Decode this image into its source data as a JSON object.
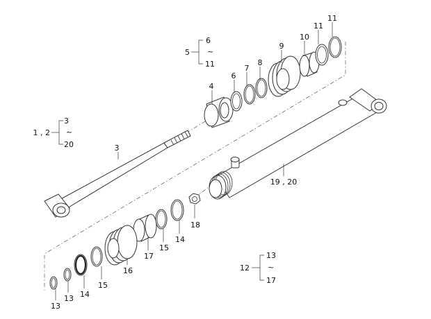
{
  "diagram": {
    "callouts": {
      "c_1_2": "1 , 2",
      "c_1_2_from": "3",
      "c_1_2_sep": "~",
      "c_1_2_to": "20",
      "c_5": "5",
      "c_5_from": "6",
      "c_5_sep": "~",
      "c_5_to": "11",
      "c_12": "12",
      "c_12_from": "13",
      "c_12_sep": "~",
      "c_12_to": "17"
    },
    "parts": {
      "p3": "3",
      "p4": "4",
      "p6": "6",
      "p7": "7",
      "p8": "8",
      "p9": "9",
      "p10": "10",
      "p11a": "11",
      "p11b": "11",
      "p19_20": "19 , 20",
      "p18": "18",
      "p14a": "14",
      "p15a": "15",
      "p17": "17",
      "p16": "16",
      "p15b": "15",
      "p14b": "14",
      "p13a": "13",
      "p13b": "13"
    }
  }
}
